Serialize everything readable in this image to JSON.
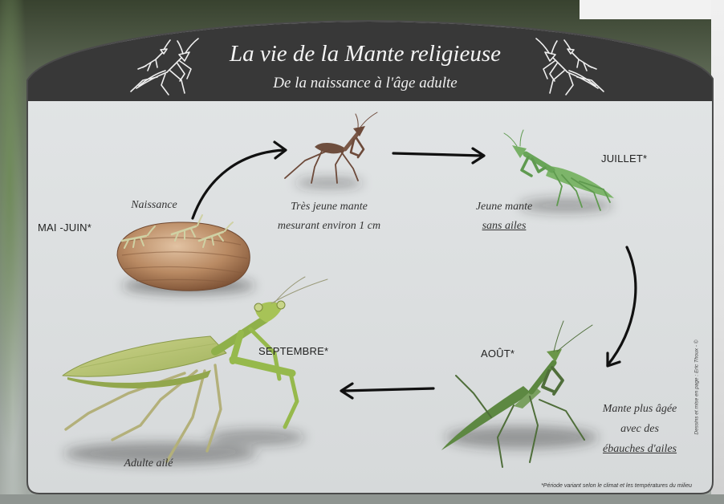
{
  "header": {
    "title": "La vie de la Mante religieuse",
    "subtitle": "De la naissance à l'âge adulte",
    "decorations": [
      "mantis-line-drawing-icon",
      "mantis-line-drawing-icon"
    ]
  },
  "stages": [
    {
      "month": "MAI -JUIN*",
      "caption": [
        "Naissance"
      ],
      "illustration": "ootheca-with-nymphs-icon"
    },
    {
      "caption": [
        "Très jeune mante",
        "mesurant environ 1 cm"
      ],
      "illustration": "very-young-mantis-icon"
    },
    {
      "month": "JUILLET*",
      "caption": [
        "Jeune mante",
        "sans ailes"
      ],
      "illustration": "young-wingless-mantis-icon"
    },
    {
      "month": "AOÛT*",
      "caption": [
        "Mante plus âgée",
        "avec des",
        "ébauches d'ailes"
      ],
      "illustration": "older-mantis-wing-buds-icon"
    },
    {
      "month": "SEPTEMBRE*",
      "caption": [
        "Adulte ailé"
      ],
      "illustration": "adult-winged-mantis-icon"
    }
  ],
  "arrows": [
    "curved-arrow-right-icon",
    "arrow-right-icon",
    "curved-arrow-down-icon",
    "arrow-left-icon"
  ],
  "footnote": "*Période variant selon le climat et les températures du milieu",
  "credit": "Dessins et mise en page : Eric Thoux - ©",
  "colors": {
    "header_background": "#383838",
    "card_background": "#dcdfe0",
    "arrow": "#111111",
    "text": "#2b2b2b",
    "header_text": "#f4f4f4"
  }
}
